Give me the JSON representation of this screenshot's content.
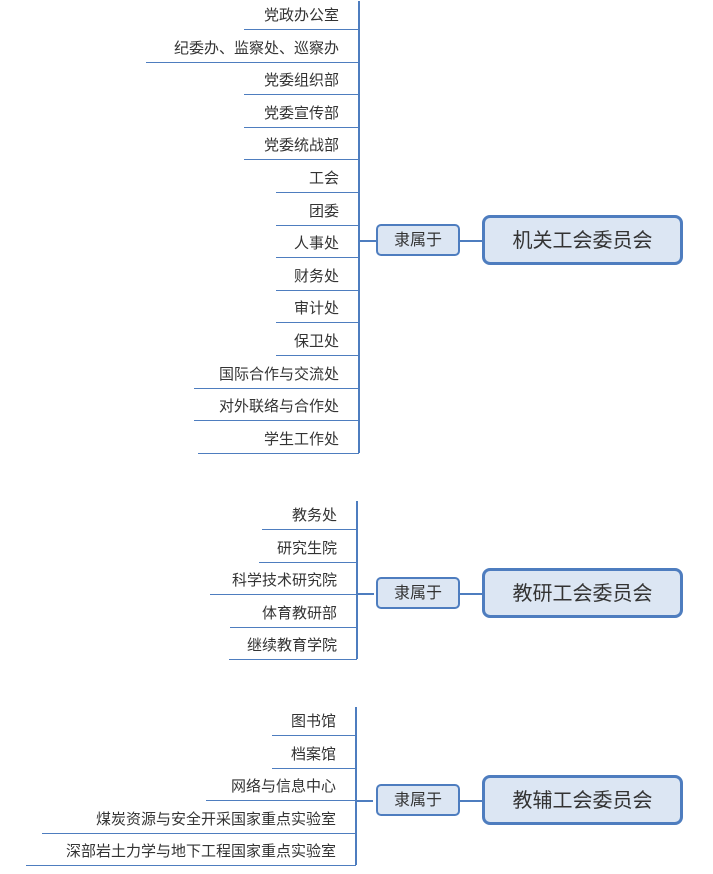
{
  "groups": [
    {
      "relation": "隶属于",
      "committee": "机关工会委员会",
      "units": [
        "党政办公室",
        "纪委办、监察处、巡察办",
        "党委组织部",
        "党委宣传部",
        "党委统战部",
        "工会",
        "团委",
        "人事处",
        "财务处",
        "审计处",
        "保卫处",
        "国际合作与交流处",
        "对外联络与合作处",
        "学生工作处"
      ]
    },
    {
      "relation": "隶属于",
      "committee": "教研工会委员会",
      "units": [
        "教务处",
        "研究生院",
        "科学技术研究院",
        "体育教研部",
        "继续教育学院"
      ]
    },
    {
      "relation": "隶属于",
      "committee": "教辅工会委员会",
      "units": [
        "图书馆",
        "档案馆",
        "网络与信息中心",
        "煤炭资源与安全开采国家重点实验室",
        "深部岩土力学与地下工程国家重点实验室"
      ]
    }
  ],
  "colors": {
    "line": "#4e7dbf",
    "box_fill": "#dce6f3",
    "text": "#333333"
  }
}
